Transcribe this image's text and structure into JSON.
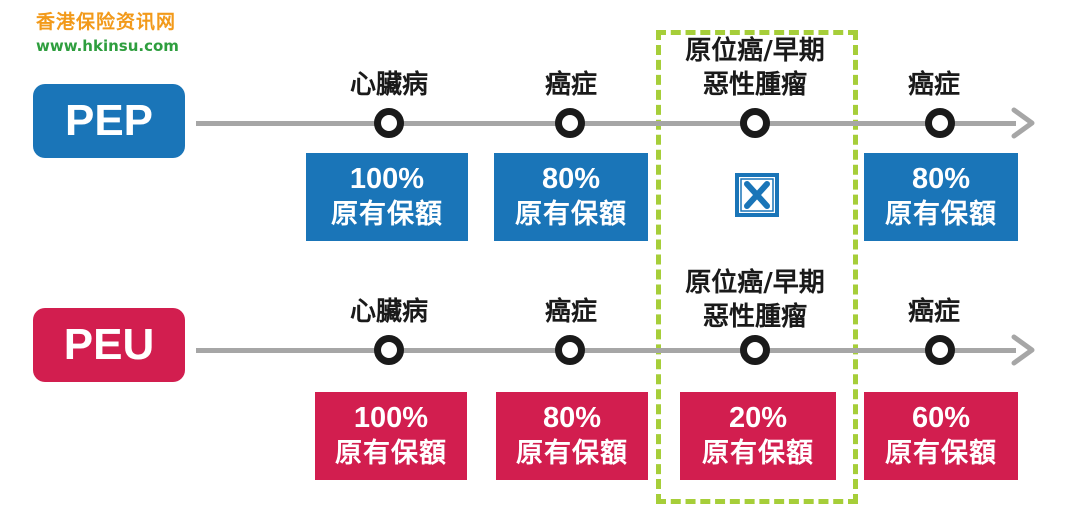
{
  "watermark": {
    "name_cn": "香港保险资讯网",
    "url": "www.hkinsu.com"
  },
  "colors": {
    "pep_blue": "#1a75b8",
    "peu_red": "#d21e4f",
    "highlight_dashed": "#a6ce39",
    "timeline_gray": "#a6a6a6",
    "watermark_orange": "#f29a1b",
    "watermark_green": "#2e9e3e"
  },
  "pep": {
    "badge": "PEP",
    "milestones": [
      {
        "label": "心臟病",
        "pct": "100%",
        "text": "原有保額"
      },
      {
        "label": "癌症",
        "pct": "80%",
        "text": "原有保額"
      },
      {
        "label_line1": "原位癌/早期",
        "label_line2": "惡性腫瘤",
        "icon": "x-not-covered-icon"
      },
      {
        "label": "癌症",
        "pct": "80%",
        "text": "原有保額"
      }
    ]
  },
  "peu": {
    "badge": "PEU",
    "milestones": [
      {
        "label": "心臟病",
        "pct": "100%",
        "text": "原有保額"
      },
      {
        "label": "癌症",
        "pct": "80%",
        "text": "原有保額"
      },
      {
        "label_line1": "原位癌/早期",
        "label_line2": "惡性腫瘤",
        "pct": "20%",
        "text": "原有保額"
      },
      {
        "label": "癌症",
        "pct": "60%",
        "text": "原有保額"
      }
    ]
  }
}
